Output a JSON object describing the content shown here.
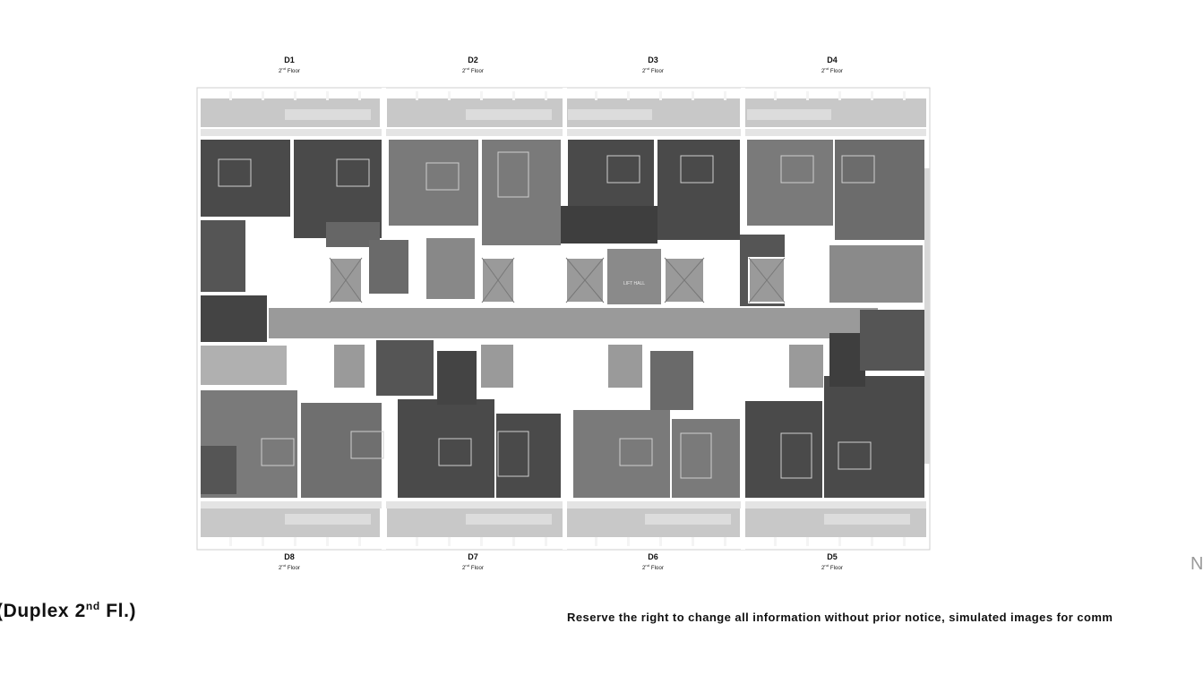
{
  "units_top": [
    {
      "code": "D1",
      "floor_num": "2",
      "floor_sup": "nd",
      "floor_word": "Floor"
    },
    {
      "code": "D2",
      "floor_num": "2",
      "floor_sup": "nd",
      "floor_word": "Floor"
    },
    {
      "code": "D3",
      "floor_num": "2",
      "floor_sup": "nd",
      "floor_word": "Floor"
    },
    {
      "code": "D4",
      "floor_num": "2",
      "floor_sup": "nd",
      "floor_word": "Floor"
    }
  ],
  "units_bottom": [
    {
      "code": "D8",
      "floor_num": "2",
      "floor_sup": "nd",
      "floor_word": "Floor"
    },
    {
      "code": "D7",
      "floor_num": "2",
      "floor_sup": "nd",
      "floor_word": "Floor"
    },
    {
      "code": "D6",
      "floor_num": "2",
      "floor_sup": "nd",
      "floor_word": "Floor"
    },
    {
      "code": "D5",
      "floor_num": "2",
      "floor_sup": "nd",
      "floor_word": "Floor"
    }
  ],
  "lift_hall": "LIFT HALL",
  "title": {
    "prefix": "(Duplex 2",
    "sup": "nd",
    "suffix": " Fl.)"
  },
  "disclaimer": "Reserve the right to change all information without prior notice, simulated images for comm",
  "edge_letter": "N",
  "colors": {
    "dark": "#4a4a4a",
    "mid": "#7a7a7a",
    "corridor": "#9a9a9a",
    "balcony": "#c8c8c8",
    "wall": "#ffffff"
  }
}
